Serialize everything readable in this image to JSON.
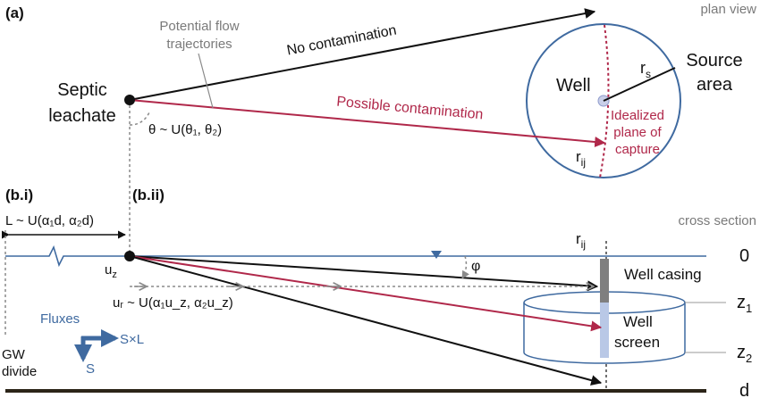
{
  "panels": {
    "a": "(a)",
    "b_i": "(b.i)",
    "b_ii": "(b.ii)"
  },
  "plan": {
    "view_label": "plan view",
    "trajectories_label": [
      "Potential flow",
      "trajectories"
    ],
    "no_contamination": "No contamination",
    "possible_contamination": "Possible contamination",
    "source_label": [
      "Septic",
      "leachate"
    ],
    "theta_label": "θ ~ U(θ₁, θ₂)",
    "well_label": "Well",
    "rs_base": "r",
    "rs_sub": "s",
    "source_area": [
      "Source",
      "area"
    ],
    "capture_label": [
      "Idealized",
      "plane of",
      "capture"
    ],
    "rij_base": "r",
    "rij_sub": "ij"
  },
  "section": {
    "view_label": "cross section",
    "L_label": "L ~ U(α₁d, α₂d)",
    "rij_base": "r",
    "rij_sub": "ij",
    "depth_0": "0",
    "uz_base": "u",
    "uz_sub": "z",
    "phi": "φ",
    "well_casing": "Well casing",
    "z1_base": "z",
    "z1_sub": "1",
    "ur_label": "uᵣ ~ U(α₁u_z, α₂u_z)",
    "well_screen": [
      "Well",
      "screen"
    ],
    "z2_base": "z",
    "z2_sub": "2",
    "fluxes": "Fluxes",
    "flux_x": "S×L",
    "flux_y": "S",
    "gw_divide": [
      "GW",
      "divide"
    ],
    "depth_d": "d"
  },
  "colors": {
    "black": "#111111",
    "blue": "#3f6aa0",
    "red": "#b0284a",
    "grey": "#8a8a8a",
    "ground": "#2b2418",
    "screen_fill": "#b9c8e6",
    "well_dot": "#c9cfe8"
  }
}
